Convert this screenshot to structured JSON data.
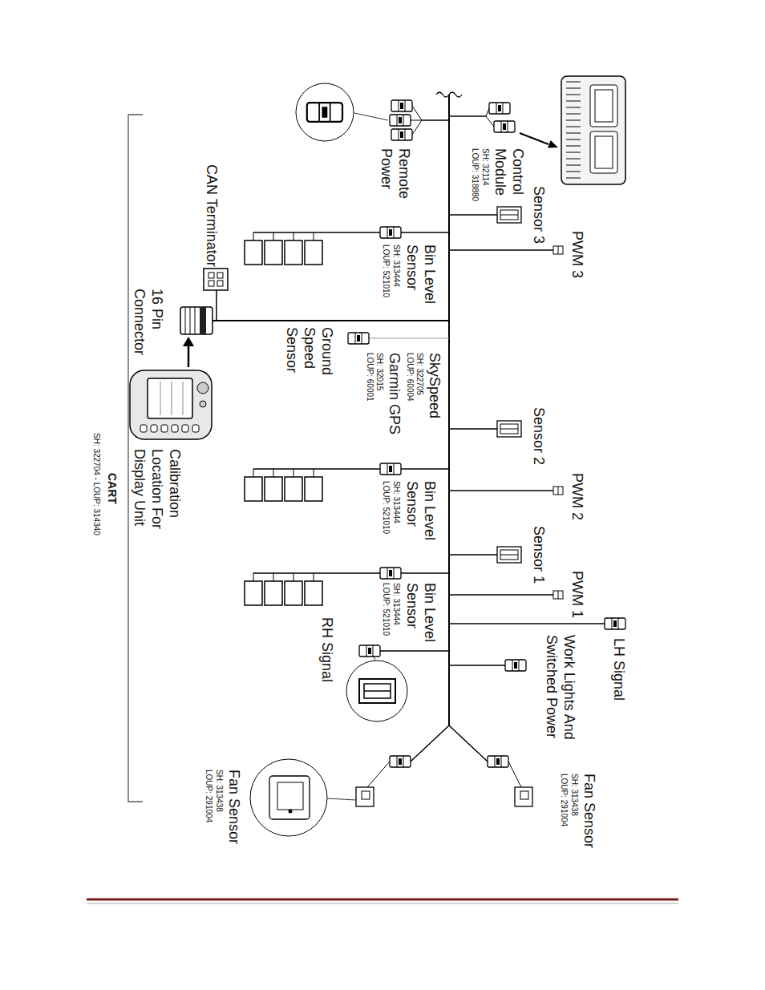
{
  "diagram": {
    "labels": [
      "Control Module",
      "SH: 32114",
      "LOUP: 318880",
      "Remote Power",
      "Sensor 3",
      "PWM 3",
      "Bin Level Sensor",
      "SH: 313444",
      "LOUP: 521010",
      "CAN Terminator",
      "16 Pin Connector",
      "Ground Speed Sensor",
      "SkySpeed",
      "SH: 322705",
      "LOUP: 60004",
      "Garmin GPS",
      "SH: 32015",
      "LOUP: 60001",
      "Sensor 2",
      "PWM 2",
      "Bin Level Sensor",
      "SH: 313444",
      "LOUP: 521010",
      "Calibration Location For Display Unit",
      "CART",
      "SH: 322704 - LOUP: 314340",
      "Sensor 1",
      "PWM 1",
      "Bin Level Sensor",
      "SH: 313444",
      "LOUP: 521010",
      "LH Signal",
      "Work Lights And Switched Power",
      "RH Signal",
      "Fan Sensor",
      "SH: 313438",
      "LOUP: 291004",
      "Fan Sensor",
      "SH: 313438",
      "LOUP: 291004"
    ]
  }
}
